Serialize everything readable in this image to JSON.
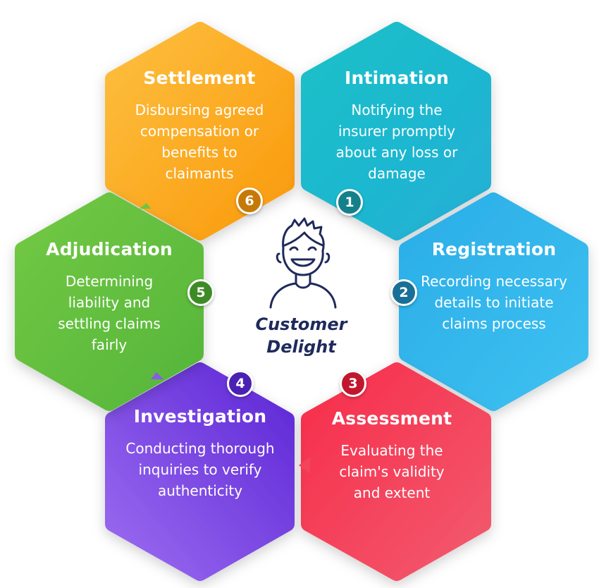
{
  "center": {
    "line1": "Customer",
    "line2": "Delight",
    "icon": "smiling-person-icon"
  },
  "steps": [
    {
      "number": "1",
      "title": "Intimation",
      "description": "Notifying the insurer promptly about any loss or damage",
      "color": "#1fb8c4",
      "badge_color": "#14808a"
    },
    {
      "number": "2",
      "title": "Registration",
      "description": "Recording necessary details to initiate claims process",
      "color": "#2fb1ea",
      "badge_color": "#1a6f96"
    },
    {
      "number": "3",
      "title": "Assessment",
      "description": "Evaluating the claim's validity and extent",
      "color": "#f43f57",
      "badge_color": "#c0172f"
    },
    {
      "number": "4",
      "title": "Investigation",
      "description": "Conducting thorough inquiries to verify authenticity",
      "color": "#7443e2",
      "badge_color": "#4b21b4"
    },
    {
      "number": "5",
      "title": "Adjudication",
      "description": "Determining liability and settling claims fairly",
      "color": "#68c241",
      "badge_color": "#3e8a26"
    },
    {
      "number": "6",
      "title": "Settlement",
      "description": "Disbursing agreed compensation or benefits to claimants",
      "color": "#fba71b",
      "badge_color": "#c57a08"
    }
  ]
}
